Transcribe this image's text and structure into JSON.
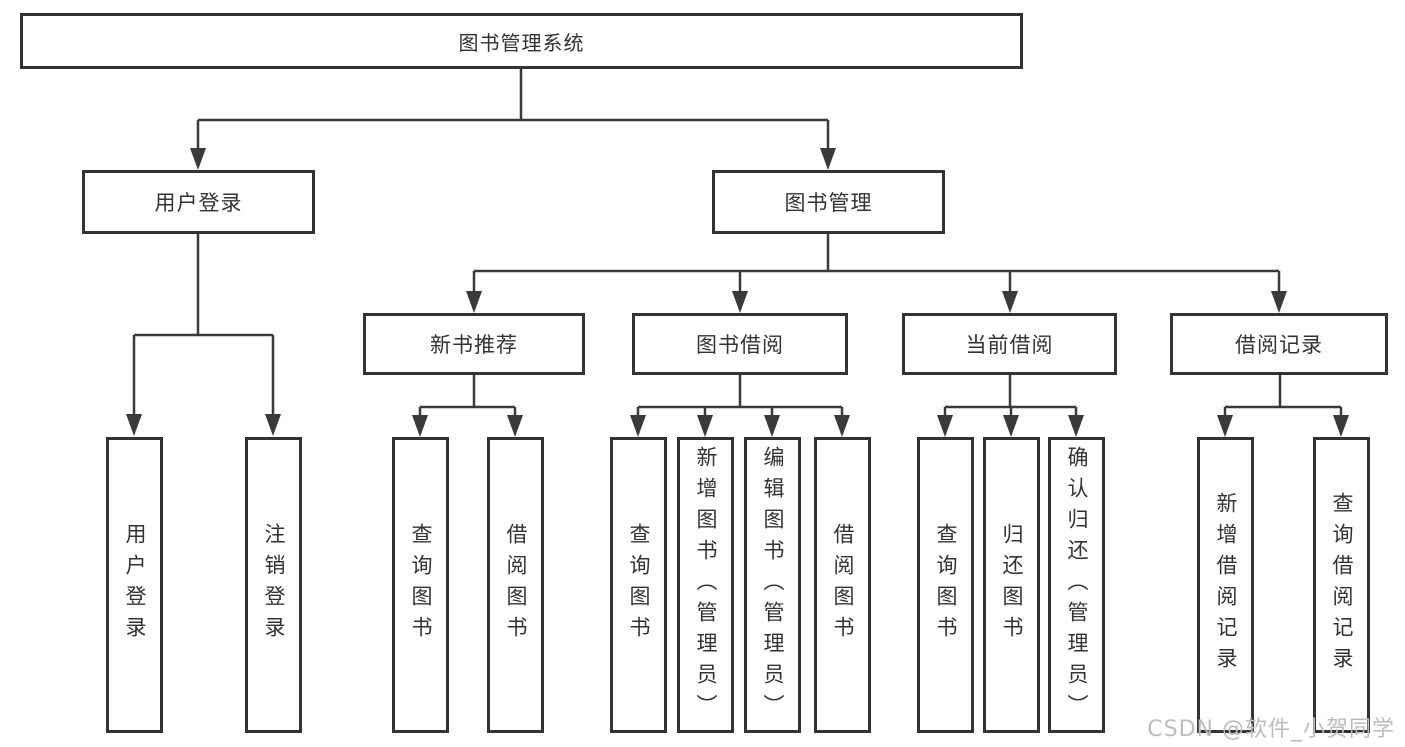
{
  "diagram": {
    "title_node": {
      "label": "图书管理系统"
    },
    "level2": [
      {
        "label": "用户登录"
      },
      {
        "label": "图书管理"
      }
    ],
    "level3": [
      {
        "label": "新书推荐",
        "parent": "图书管理"
      },
      {
        "label": "图书借阅",
        "parent": "图书管理"
      },
      {
        "label": "当前借阅",
        "parent": "图书管理"
      },
      {
        "label": "借阅记录",
        "parent": "图书管理"
      }
    ],
    "leaves": [
      {
        "label": "用户登录",
        "parent": "用户登录"
      },
      {
        "label": "注销登录",
        "parent": "用户登录"
      },
      {
        "label": "查询图书",
        "parent": "新书推荐"
      },
      {
        "label": "借阅图书",
        "parent": "新书推荐"
      },
      {
        "label": "查询图书",
        "parent": "图书借阅"
      },
      {
        "label": "新增图书（管理员）",
        "parent": "图书借阅"
      },
      {
        "label": "编辑图书（管理员）",
        "parent": "图书借阅"
      },
      {
        "label": "借阅图书",
        "parent": "图书借阅"
      },
      {
        "label": "查询图书",
        "parent": "当前借阅"
      },
      {
        "label": "归还图书",
        "parent": "当前借阅"
      },
      {
        "label": "确认归还（管理员）",
        "parent": "当前借阅"
      },
      {
        "label": "新增借阅记录",
        "parent": "借阅记录"
      },
      {
        "label": "查询借阅记录",
        "parent": "借阅记录"
      }
    ],
    "colors": {
      "line": "#3a3a3a",
      "box_border": "#333333",
      "box_fill": "#ffffff",
      "text": "#333333",
      "watermark": "#bcbcbc"
    }
  },
  "watermark": {
    "text": "CSDN @软件_小贺同学"
  }
}
